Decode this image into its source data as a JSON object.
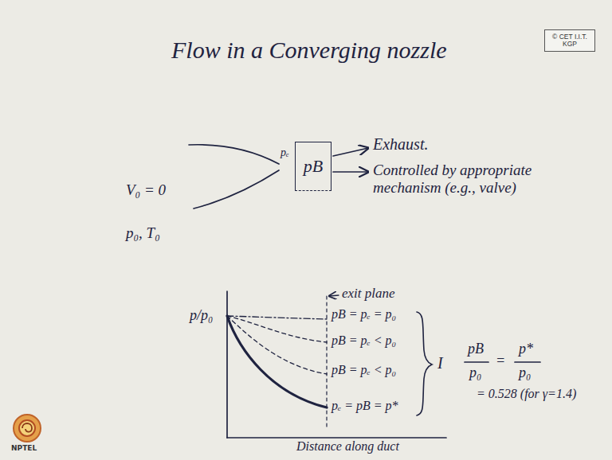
{
  "diagram": {
    "title": "Flow in a Converging nozzle",
    "nodes": [
      {
        "text": [
          "© CET I.I.T. KGP"
        ]
      },
      {
        "text": [
          "pB"
        ]
      }
    ],
    "labels": [
      "V₀ = 0",
      "p₀, T₀",
      "pₑ",
      "Exhaust.",
      "Controlled by appropriate mechanism (e.g., valve)",
      "exit plane",
      "p/p₀",
      "pB = pₑ = p₀",
      "pB = pₑ < p₀",
      "pB = pₑ < p₀",
      "pₑ = pB = p*",
      "I",
      "pB",
      "p₀",
      "=",
      "p*",
      "p₀",
      "= 0.528 (for γ=1.4)",
      "Distance along duct",
      "NPTEL"
    ]
  }
}
